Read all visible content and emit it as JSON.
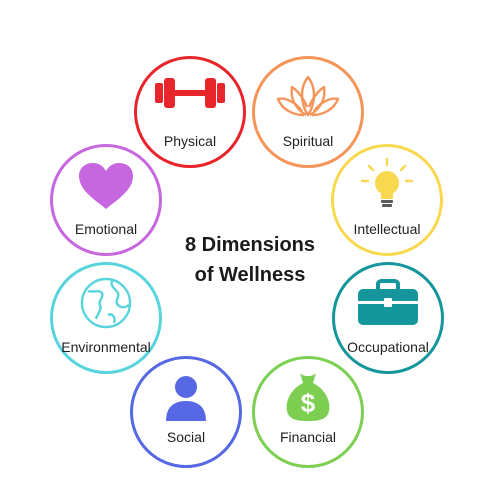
{
  "title": {
    "line1": "8 Dimensions",
    "line2": "of Wellness"
  },
  "dimensions": [
    {
      "label": "Physical",
      "icon": "dumbbell-icon",
      "color": "#e8252a"
    },
    {
      "label": "Spiritual",
      "icon": "lotus-icon",
      "color": "#f5955a"
    },
    {
      "label": "Intellectual",
      "icon": "lightbulb-icon",
      "color": "#f7d84f"
    },
    {
      "label": "Occupational",
      "icon": "briefcase-icon",
      "color": "#14969a"
    },
    {
      "label": "Financial",
      "icon": "money-bag-icon",
      "color": "#7dcf52"
    },
    {
      "label": "Social",
      "icon": "person-icon",
      "color": "#5668e3"
    },
    {
      "label": "Environmental",
      "icon": "globe-icon",
      "color": "#58d4dd"
    },
    {
      "label": "Emotional",
      "icon": "heart-icon",
      "color": "#c767e0"
    }
  ]
}
